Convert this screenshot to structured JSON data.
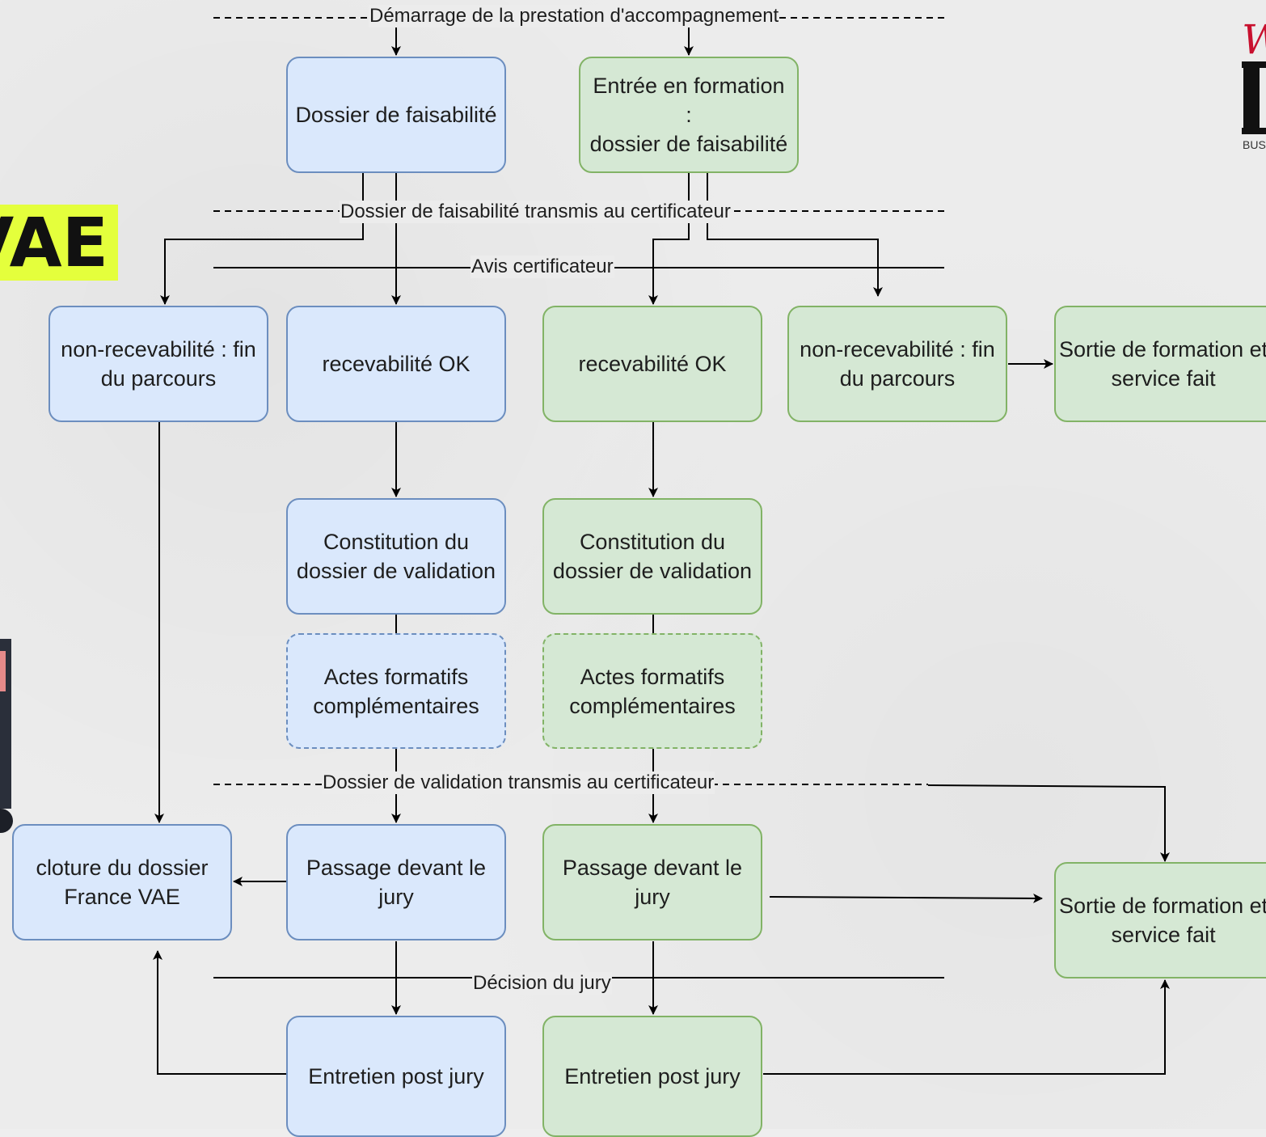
{
  "labels": {
    "start": "Démarrage de la prestation d'accompagnement",
    "faisabilite_transmis": "Dossier de faisabilité transmis au certificateur",
    "avis": "Avis certificateur",
    "validation_transmis": "Dossier de validation transmis au certificateur",
    "decision": "Décision du jury"
  },
  "blue": {
    "faisabilite": "Dossier de faisabilité",
    "non_recevabilite": "non-recevabilité : fin\ndu parcours",
    "recevabilite": "recevabilité OK",
    "constitution": "Constitution du\ndossier de validation",
    "actes": "Actes formatifs\ncomplémentaires",
    "cloture": "cloture du dossier\nFrance VAE",
    "passage": "Passage devant le\njury",
    "entretien": "Entretien post jury"
  },
  "green": {
    "entree": "Entrée en formation :\ndossier de faisabilité",
    "recevabilite": "recevabilité OK",
    "non_recevabilite": "non-recevabilité : fin\ndu parcours",
    "sortie_top": "Sortie de formation et\nservice fait",
    "constitution": "Constitution du\ndossier de validation",
    "actes": "Actes formatifs\ncomplémentaires",
    "passage": "Passage devant le\njury",
    "sortie_bottom": "Sortie de formation et\nservice fait",
    "entretien": "Entretien post jury"
  },
  "backdrop": {
    "title_fragment": "VAE",
    "logo_letter": "W",
    "logo_sub": "BUS"
  },
  "colors": {
    "blue_fill": "#dae8fc",
    "blue_stroke": "#6c8ebf",
    "green_fill": "#d5e8d4",
    "green_stroke": "#82b366",
    "highlight": "#e4ff3c"
  }
}
